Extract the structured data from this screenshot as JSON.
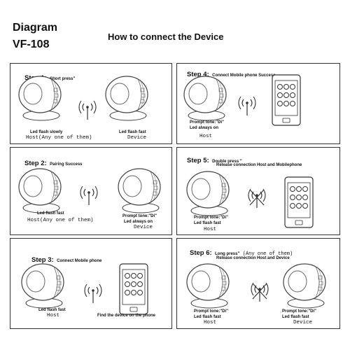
{
  "header": {
    "brand": "Diagram",
    "model": "VF-108",
    "title": "How to connect the Device"
  },
  "steps": {
    "s1": {
      "label": "Step 1:",
      "text": "Short press\"",
      "host_caption": "Led flash slowly",
      "host_name": "Host(Any one of them)",
      "device_caption": "Led flash fast",
      "device_name": "Device"
    },
    "s2": {
      "label": "Step 2:",
      "text": "Pairing Success",
      "host_caption": "Led flash fast",
      "host_name": "Host(Any one of them)",
      "device_caption1": "Prompt tone:\"Di\"",
      "device_caption2": "Led always on",
      "device_name": "Device"
    },
    "s3": {
      "label": "Step 3:",
      "text": "Connect Mobile phone",
      "host_caption": "Led flash fast",
      "host_name": "Host",
      "phone_caption": "Find the device on the phone"
    },
    "s4": {
      "label": "Step 4:",
      "text": "Connect Mobile phone Success",
      "caption1": "Prompt tone:\"Di\"",
      "caption2": "Led always on",
      "host_name": "Host"
    },
    "s5": {
      "label": "Step 5:",
      "text": "Double press \"",
      "sub": "Release connection Host and Mobilephone",
      "caption1": "Prompt tone:\"Di\"",
      "caption2": "Led flash fast",
      "host_name": "Host"
    },
    "s6": {
      "label": "Step 6:",
      "text": "Long press\"",
      "text_mono": "(Any one of them)",
      "sub": "Release connection Host and Device",
      "host_caption1": "Prompt tone:\"Di\"",
      "host_caption2": "Led flash fast",
      "host_name": "Host",
      "device_caption1": "Prompt tone:\"Di\"",
      "device_caption2": "Led flash fast",
      "device_name": "Device"
    }
  }
}
